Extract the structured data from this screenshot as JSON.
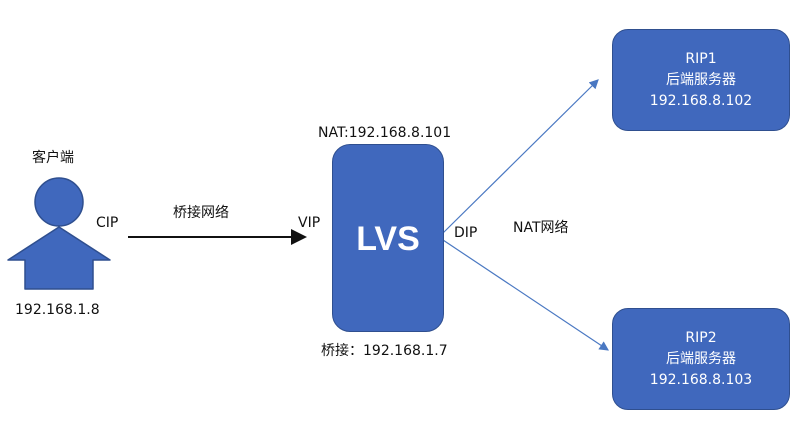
{
  "client": {
    "title": "客户端",
    "port_label": "CIP",
    "ip": "192.168.1.8",
    "color": "#4068bd"
  },
  "bridge_link": {
    "label": "桥接网络"
  },
  "lvs": {
    "name": "LVS",
    "nat_label": "NAT:192.168.8.101",
    "vip_label": "VIP",
    "dip_label": "DIP",
    "bridge_ip_label": "桥接：",
    "bridge_ip": "192.168.1.7",
    "color": "#4068bd"
  },
  "nat_network": {
    "label": "NAT网络",
    "line_color": "#4a78c2"
  },
  "servers": [
    {
      "name": "RIP1",
      "role": "后端服务器",
      "ip": "192.168.8.102"
    },
    {
      "name": "RIP2",
      "role": "后端服务器",
      "ip": "192.168.8.103"
    }
  ]
}
